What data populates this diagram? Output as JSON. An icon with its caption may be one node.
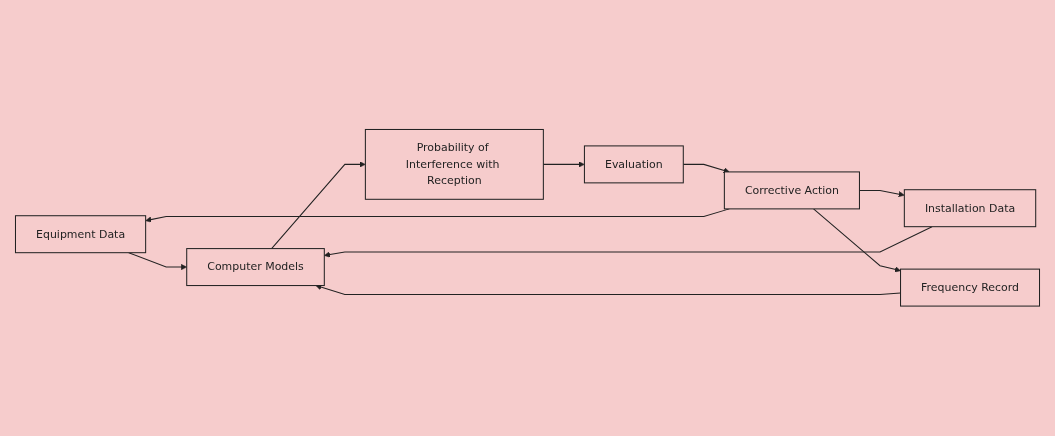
{
  "diagram": {
    "nodes": [
      {
        "text": [
          "Equipment Data"
        ]
      },
      {
        "text": [
          "Installation Data"
        ]
      },
      {
        "text": [
          "Frequency Record"
        ]
      },
      {
        "text": [
          "Computer Models"
        ]
      },
      {
        "text": [
          "Probability of Interference with Reception"
        ]
      },
      {
        "text": [
          "Evaluation"
        ]
      },
      {
        "text": [
          "Corrective Action"
        ]
      }
    ],
    "edges": [
      {
        "from": 0,
        "to": 3,
        "arrow": "to"
      },
      {
        "from": 1,
        "to": 3,
        "arrow": "to"
      },
      {
        "from": 2,
        "to": 3,
        "arrow": "to"
      },
      {
        "from": 3,
        "to": 4,
        "arrow": "to"
      },
      {
        "from": 4,
        "to": 5,
        "arrow": "to"
      },
      {
        "from": 5,
        "to": 6,
        "arrow": "to"
      },
      {
        "from": 6,
        "to": 0,
        "arrow": "to"
      },
      {
        "from": 6,
        "to": 1,
        "arrow": "to"
      },
      {
        "from": 6,
        "to": 2,
        "arrow": "to"
      }
    ]
  }
}
